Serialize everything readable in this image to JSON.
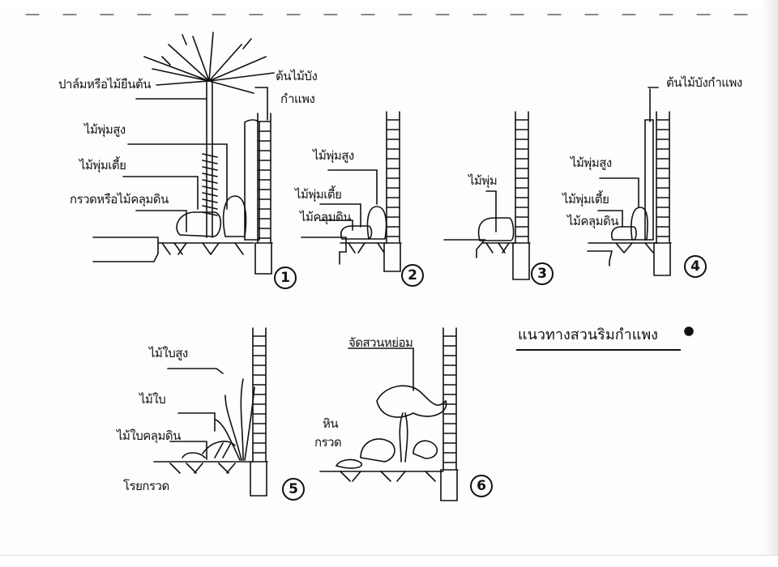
{
  "title": "แนวทางสวนริมกำแพง",
  "sections": [
    {
      "number": "1",
      "labels": {
        "palm": "ปาล์มหรือไม้ยืนต้น",
        "screen_line1": "ต้นไม้บัง",
        "screen_line2": "กำแพง",
        "tall_shrub": "ไม้พุ่มสูง",
        "low_shrub": "ไม้พุ่มเตี้ย",
        "ground": "กรวดหรือไม้คลุมดิน"
      }
    },
    {
      "number": "2",
      "labels": {
        "tall_shrub": "ไม้พุ่มสูง",
        "low_shrub": "ไม้พุ่มเตี้ย",
        "ground_cover": "ไม้คลุมดิน"
      }
    },
    {
      "number": "3",
      "labels": {
        "shrub": "ไม้พุ่ม"
      }
    },
    {
      "number": "4",
      "labels": {
        "screen": "ต้นไม้บังกำแพง",
        "tall_shrub": "ไม้พุ่มสูง",
        "low_shrub": "ไม้พุ่มเตี้ย",
        "ground_cover": "ไม้คลุมดิน"
      }
    },
    {
      "number": "5",
      "labels": {
        "tall_foliage": "ไม้ใบสูง",
        "foliage": "ไม้ใบ",
        "foliage_cover": "ไม้ใบคลุมดิน",
        "gravel": "โรยกรวด"
      }
    },
    {
      "number": "6",
      "labels": {
        "rock_garden": "จัดสวนหย่อม",
        "rock": "หิน",
        "gravel": "กรวด"
      }
    }
  ]
}
